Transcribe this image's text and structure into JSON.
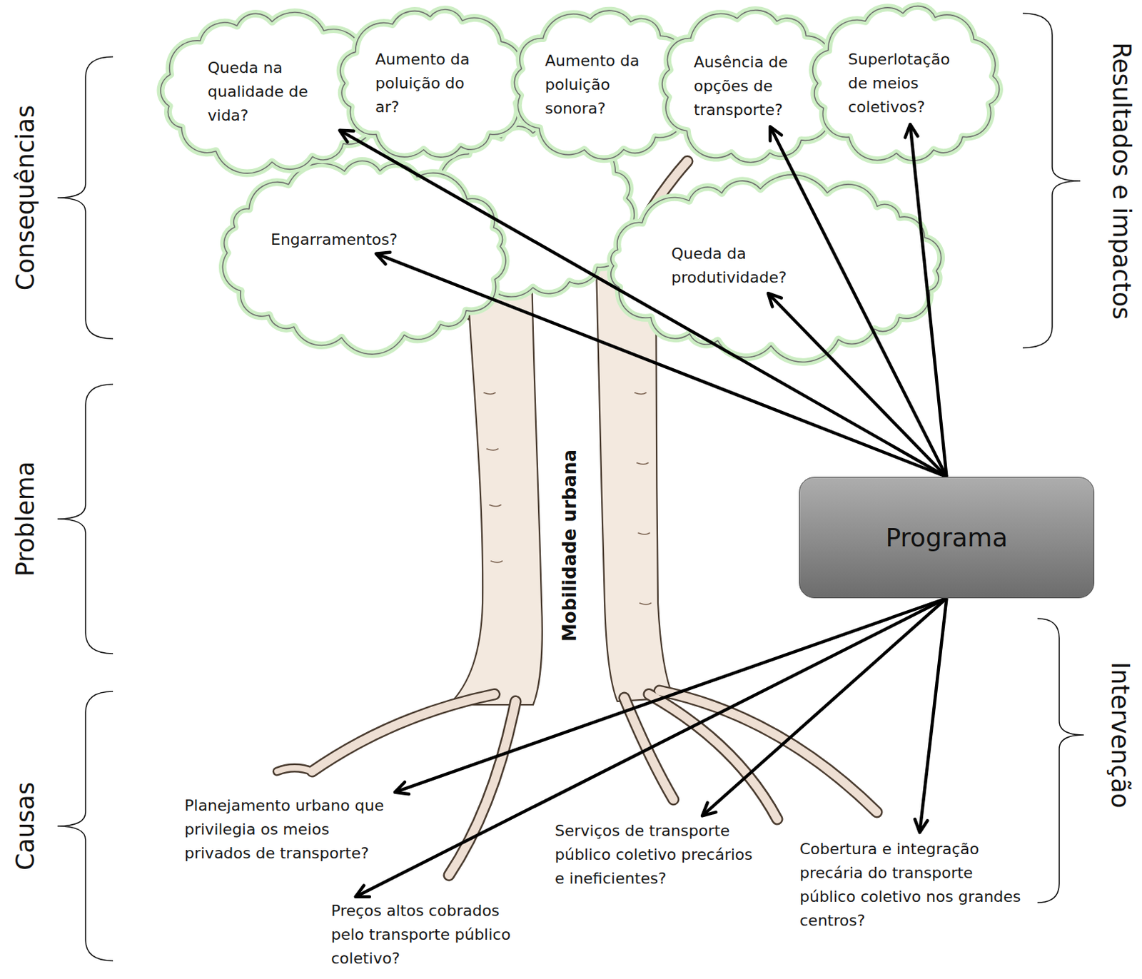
{
  "diagram": {
    "nodes": [
      {
        "text": [
          "Queda na qualidade de vida?"
        ]
      },
      {
        "text": [
          "Aumento da poluição do ar?"
        ]
      },
      {
        "text": [
          "Aumento da poluição sonora?"
        ]
      },
      {
        "text": [
          "Ausência de opções de transporte?"
        ]
      },
      {
        "text": [
          "Superlotação de meios coletivos?"
        ]
      },
      {
        "text": [
          "Engarramentos?"
        ]
      },
      {
        "text": [
          "Queda da produtividade?"
        ]
      },
      {
        "text": [
          "Programa"
        ]
      },
      {
        "text": [
          "Planejamento urbano que privilegia os meios privados de transporte?"
        ]
      },
      {
        "text": [
          "Serviços de transporte público coletivo precários e ineficientes?"
        ]
      },
      {
        "text": [
          "Cobertura e integração precária do transporte público coletivo nos grandes centros?"
        ]
      },
      {
        "text": [
          "Preços altos cobrados pelo transporte público coletivo?"
        ]
      }
    ],
    "edges": [
      {
        "from": 7,
        "to": 0,
        "arrow": "to"
      },
      {
        "from": 7,
        "to": 5,
        "arrow": "to"
      },
      {
        "from": 7,
        "to": 6,
        "arrow": "to"
      },
      {
        "from": 7,
        "to": 3,
        "arrow": "to"
      },
      {
        "from": 7,
        "to": 4,
        "arrow": "to"
      },
      {
        "from": 7,
        "to": 8,
        "arrow": "to"
      },
      {
        "from": 7,
        "to": 11,
        "arrow": "to"
      },
      {
        "from": 7,
        "to": 9,
        "arrow": "to"
      },
      {
        "from": 7,
        "to": 10,
        "arrow": "to"
      }
    ],
    "labels": [
      "Consequências",
      "Problema",
      "Causas",
      "Resultados e impactos",
      "Intervenção",
      "Mobilidade urbana"
    ]
  }
}
